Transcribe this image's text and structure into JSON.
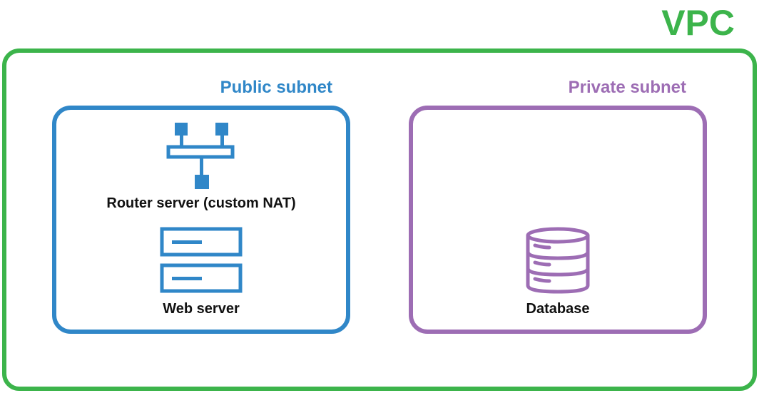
{
  "colors": {
    "vpc": "#3cb44b",
    "public": "#3087c8",
    "private": "#9d6db4",
    "text": "#111111"
  },
  "vpc": {
    "title": "VPC"
  },
  "public_subnet": {
    "title": "Public subnet",
    "items": [
      {
        "icon": "router-icon",
        "label": "Router server (custom NAT)"
      },
      {
        "icon": "server-icon",
        "label": "Web server"
      }
    ]
  },
  "private_subnet": {
    "title": "Private subnet",
    "items": [
      {
        "icon": "database-icon",
        "label": "Database"
      }
    ]
  }
}
